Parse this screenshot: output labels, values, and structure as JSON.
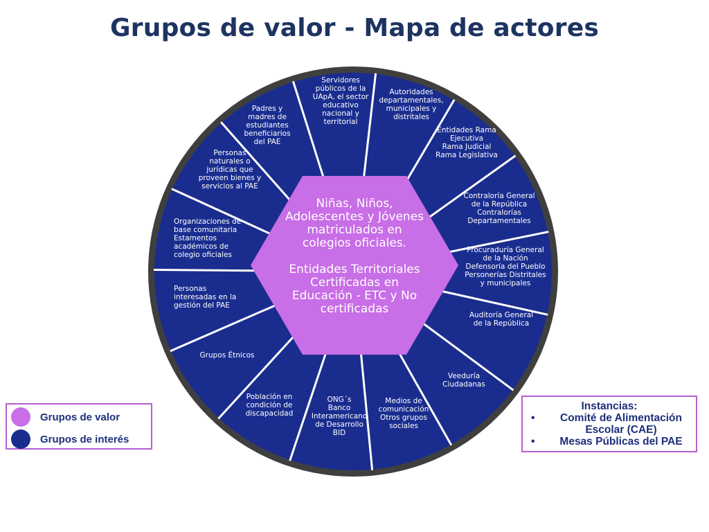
{
  "title": "Grupos de valor - Mapa de actores",
  "colors": {
    "grupos_de_valor": "#c86ee6",
    "grupos_de_interes": "#1a2d8f",
    "rim": "#3f3f3f",
    "divider": "#ffffff",
    "title": "#1d3461",
    "box_border": "#b45fd1",
    "box_text": "#1d2f7a"
  },
  "hub": {
    "line1": "Niñas, Niños,\nAdolescentes y Jóvenes\nmatriculados en\ncolegios oficiales.",
    "line2": "Entidades Territoriales\nCertificadas en\nEducación - ETC y No\ncertificadas"
  },
  "segments": [
    "Servidores\npúblicos de la\nUApA, el sector\neducativo\nnacional y\nterritorial",
    "Autoridades\ndepartamentales,\nmunicipales y\ndistritales",
    "Entidades Rama\nEjecutiva\nRama Judicial\nRama Legislativa",
    "Contraloría General\nde la República\nContralorías\nDepartamentales",
    "Procuraduría General\nde la Nación\nDefensoría del Pueblo\nPersonerías Distritales\ny municipales",
    "Auditoría General\nde la República",
    "Veeduría\nCiudadanas",
    "Medios de\ncomunicación\nOtros grupos\nsociales",
    "ONG´s\nBanco\nInteramericano\nde Desarrollo\nBID",
    "Población en\ncondición de\ndiscapacidad",
    "Grupos Étnicos",
    "Personas\ninteresadas en la\ngestión del PAE",
    "Organizaciones de\nbase comunitaria\nEstamentos\nacadémicos de\ncolegio oficiales",
    "Personas\nnaturales o\njurídicas que\nproveen bienes y\nservicios al PAE",
    "Padres y\nmadres de\nestudiantes\nbeneficiarios\ndel PAE"
  ],
  "legend": [
    {
      "label": "Grupos de valor",
      "color": "#c86ee6"
    },
    {
      "label": "Grupos de interés",
      "color": "#1a2d8f"
    }
  ],
  "instancias": {
    "title": "Instancias:",
    "items": [
      "Comité de Alimentación\nEscolar (CAE)",
      "Mesas Públicas del PAE"
    ]
  }
}
